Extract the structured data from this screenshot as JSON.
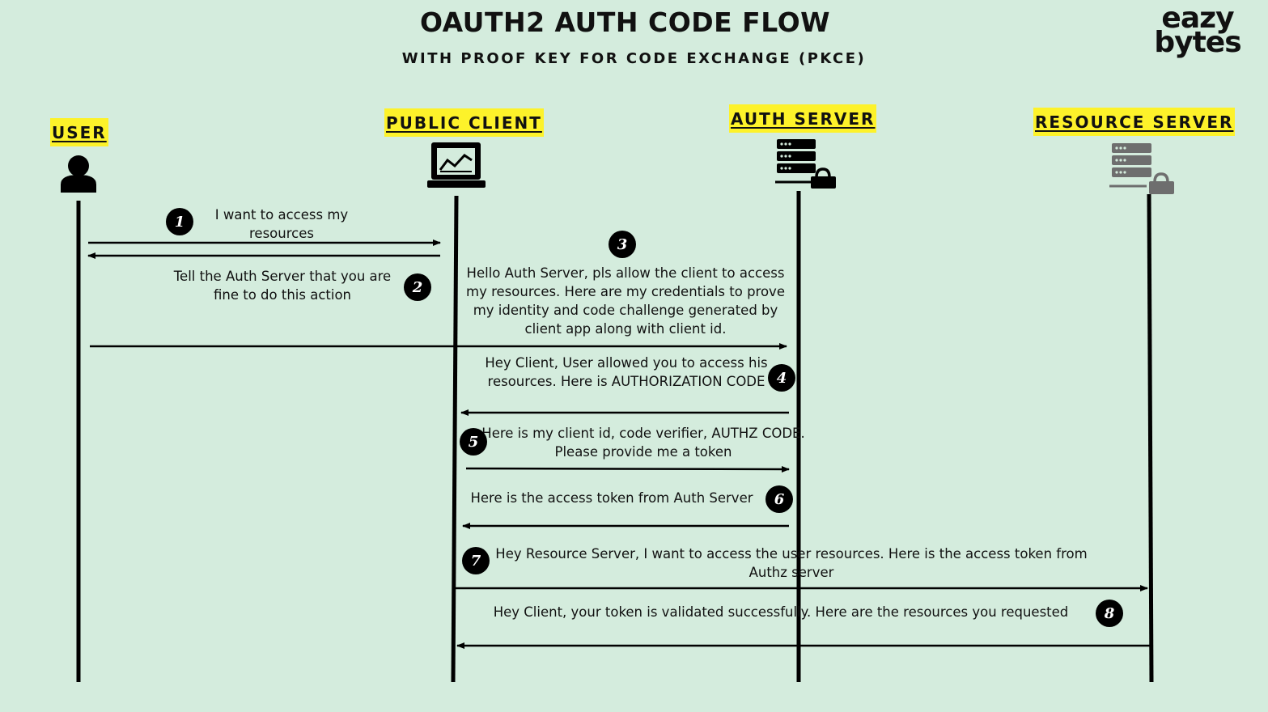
{
  "title": "OAUTH2 AUTH CODE FLOW",
  "subtitle": "WITH PROOF KEY FOR CODE EXCHANGE (PKCE)",
  "logo": {
    "line1": "eazy",
    "line2": "bytes"
  },
  "actors": {
    "user": "USER",
    "public_client": "PUBLIC CLIENT",
    "auth_server": "AUTH SERVER",
    "resource_server": "RESOURCE SERVER"
  },
  "icons": {
    "user": "user-icon",
    "public_client": "laptop-chart-icon",
    "auth_server": "server-lock-icon",
    "resource_server": "server-lock-icon"
  },
  "steps": [
    {
      "num": "1",
      "text": "I want to access my resources"
    },
    {
      "num": "2",
      "text": "Tell the Auth Server that you are fine to do this action"
    },
    {
      "num": "3",
      "text": "Hello Auth Server, pls allow the client to access my resources. Here are my credentials to prove my identity and code challenge generated by client app along with client id."
    },
    {
      "num": "4",
      "text": "Hey Client, User allowed you to access his resources. Here is AUTHORIZATION CODE"
    },
    {
      "num": "5",
      "text": "Here is my client id, code verifier, AUTHZ CODE. Please provide me a token"
    },
    {
      "num": "6",
      "text": "Here is the access token from Auth Server"
    },
    {
      "num": "7",
      "text": "Hey Resource Server,  I want to access the user resources. Here is the access token from Authz server"
    },
    {
      "num": "8",
      "text": "Hey Client, your token is validated successfully.   Here are the resources you requested"
    }
  ],
  "colors": {
    "background": "#d4ecdd",
    "highlight": "#fdf22a",
    "ink": "#000000",
    "muted_icon": "#6e6e6e"
  }
}
